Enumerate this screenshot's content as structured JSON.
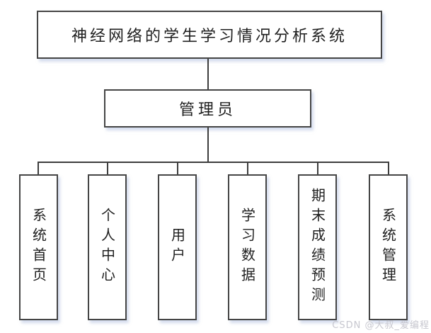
{
  "diagram": {
    "title": "神经网络的学生学习情况分析系统",
    "root": "管理员",
    "children": [
      "系统首页",
      "个人中心",
      "用户",
      "学习数据",
      "期末成绩预测",
      "系统管理"
    ]
  },
  "watermark": "CSDN @大叔_爱编程",
  "colors": {
    "background": "#ffffff",
    "border": "#454545",
    "line": "#3d3d3d",
    "text": "#1f1f1f",
    "watermark": "#c7c7cf"
  }
}
